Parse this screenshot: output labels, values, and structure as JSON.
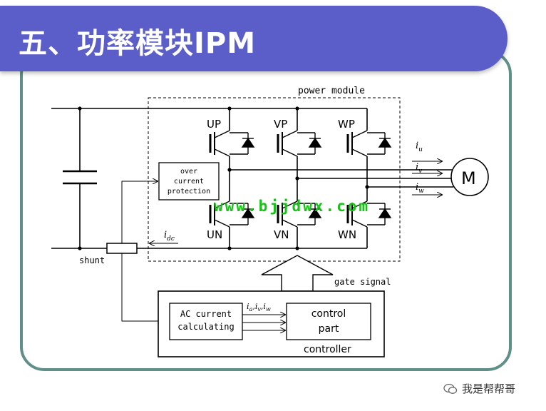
{
  "slide": {
    "title": "五、功率模块IPM"
  },
  "diagram": {
    "power_module_label": "power module",
    "over_current_lines": [
      "over",
      "current",
      "protection"
    ],
    "switches": {
      "up": "UP",
      "vp": "VP",
      "wp": "WP",
      "un": "UN",
      "vn": "VN",
      "wn": "WN"
    },
    "motor": "M",
    "currents": {
      "u": "u",
      "v": "v",
      "w": "w",
      "dc": "dc",
      "symbol": "i"
    },
    "shunt": "shunt",
    "gate_signal": "gate signal",
    "controller": "controller",
    "ac_current_lines": [
      "AC current",
      "calculating"
    ],
    "control_part_lines": [
      "control",
      "part"
    ],
    "iabc_label": "i",
    "iabc_subs": [
      "a",
      "v",
      "w"
    ]
  },
  "watermark": "www.bjjdwx.com",
  "footer": {
    "wechat_account": "我是帮帮哥"
  },
  "colors": {
    "title_bar": "#5b5ec9",
    "frame_border": "#5f8f88",
    "watermark": "#16c216"
  }
}
